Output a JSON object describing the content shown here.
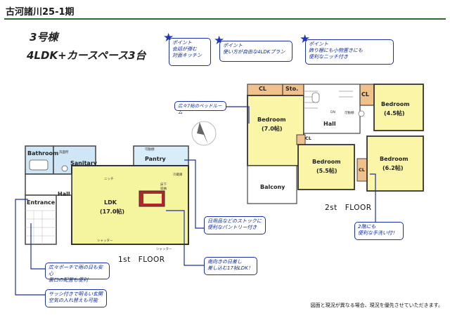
{
  "header": {
    "title": "古河諸川25-1期"
  },
  "building": {
    "number": "3号棟",
    "plan": "4LDK+カースペース3台"
  },
  "points": [
    {
      "text": "ポイント\n会話が弾む\n対面キッチン"
    },
    {
      "text": "ポイント\n使い方が自由な4LDKプラン"
    },
    {
      "text": "ポイント\n飾り棚にも小物置きにも\n便利なニッチ付き"
    }
  ],
  "callouts": {
    "bedroom7": "広々7帖のベッドルーム",
    "pantry": "日用品などのストックに\n便利なパントリー付き",
    "ldk": "南向きの日差し\n差し込む17帖LDK！",
    "porch": "広々ポーチで雨の日も安心\n裏口の配置も便利",
    "entrance": "サッシ付きで明るい玄関\n空気の入れ替えも可能",
    "washbasin": "2階にも\n便利な手洗い付！"
  },
  "rooms_1f": {
    "bathroom": "Bathroom",
    "washroom": "洗面所",
    "sanitary": "Sanitary",
    "pantry": "Pantry",
    "storage": "可動棚",
    "ldk": "LDK",
    "ldk_size": "(17.0帖)",
    "hall": "Hall",
    "entrance": "Entrance",
    "fridge": "冷蔵庫",
    "shelf": "床下\n収納",
    "niche": "ニッチ",
    "shutter1": "シャッター",
    "shutter2": "シャッター",
    "floor": "1st　FLOOR"
  },
  "rooms_2f": {
    "cl1": "CL",
    "sto": "Sto.",
    "bed7": "Bedroom",
    "bed7_size": "(7.0帖)",
    "cl2": "CL",
    "bed45": "Bedroom",
    "bed45_size": "(4.5帖)",
    "hall": "Hall",
    "cl3": "CL",
    "bed55": "Bedroom",
    "bed55_size": "(5.5帖)",
    "bed62": "Bedroom",
    "bed62_size": "(6.2帖)",
    "cl4": "CL",
    "balcony": "Balcony",
    "dn": "DN",
    "shelf": "可動棚",
    "floor": "2st　FLOOR"
  },
  "footer": {
    "note": "図面と現況が異なる場合、現況を優先させていただきます。"
  },
  "colors": {
    "accent": "#1a2fa8",
    "header_line": "#2b6a2b",
    "closet": "#f0c18a",
    "bedroom": "#fbf5a8",
    "wet": "#cfe6f7"
  },
  "icons": {
    "star": "star-icon",
    "compass": "compass-icon"
  }
}
